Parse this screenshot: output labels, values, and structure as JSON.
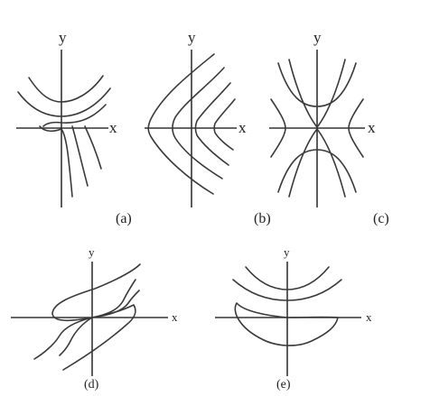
{
  "panels": [
    {
      "id": "a",
      "caption": "(a)",
      "x_label": "x",
      "y_label": "y"
    },
    {
      "id": "b",
      "caption": "(b)",
      "x_label": "x",
      "y_label": "y"
    },
    {
      "id": "c",
      "caption": "(c)",
      "x_label": "x",
      "y_label": "y"
    },
    {
      "id": "d",
      "caption": "(d)",
      "x_label": "x",
      "y_label": "y"
    },
    {
      "id": "e",
      "caption": "(e)",
      "x_label": "x",
      "y_label": "y"
    }
  ],
  "colors": {
    "curve": "#3a3a3a",
    "axis": "#333333",
    "background": "#ffffff"
  }
}
